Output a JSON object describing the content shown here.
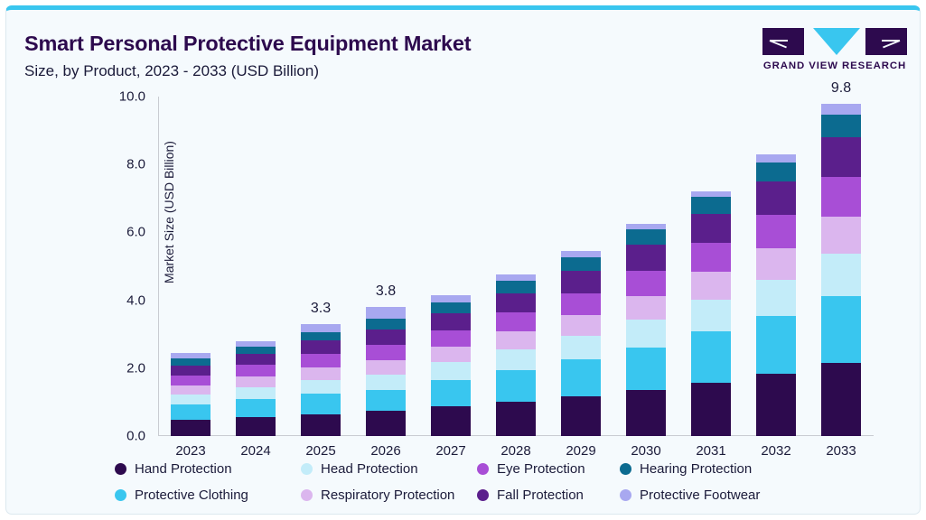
{
  "header": {
    "title": "Smart Personal Protective Equipment Market",
    "subtitle": "Size, by Product, 2023 - 2033 (USD Billion)",
    "logo_brand": "GRAND VIEW RESEARCH"
  },
  "chart_data": {
    "type": "bar",
    "stacked": true,
    "title": "Smart Personal Protective Equipment Market",
    "subtitle": "Size, by Product, 2023 - 2033 (USD Billion)",
    "xlabel": "",
    "ylabel": "Market Size (USD Billion)",
    "ylim": [
      0,
      10
    ],
    "yticks": [
      "0.0",
      "2.0",
      "4.0",
      "6.0",
      "8.0",
      "10.0"
    ],
    "grid": false,
    "legend_position": "bottom",
    "categories": [
      "2023",
      "2024",
      "2025",
      "2026",
      "2027",
      "2028",
      "2029",
      "2030",
      "2031",
      "2032",
      "2033"
    ],
    "totals": [
      2.45,
      2.8,
      3.3,
      3.8,
      4.15,
      4.75,
      5.45,
      6.25,
      7.2,
      8.3,
      9.8
    ],
    "annotations": [
      {
        "category": "2025",
        "value": "3.3"
      },
      {
        "category": "2026",
        "value": "3.8"
      },
      {
        "category": "2033",
        "value": "9.8"
      }
    ],
    "series": [
      {
        "name": "Hand Protection",
        "color": "#2d0a4e",
        "values": [
          0.47,
          0.56,
          0.64,
          0.75,
          0.87,
          1.0,
          1.17,
          1.35,
          1.57,
          1.83,
          2.15
        ]
      },
      {
        "name": "Protective Clothing",
        "color": "#39c6ef",
        "values": [
          0.45,
          0.52,
          0.61,
          0.6,
          0.78,
          0.95,
          1.1,
          1.27,
          1.52,
          1.7,
          1.96
        ]
      },
      {
        "name": "Head Protection",
        "color": "#c3ecf9",
        "values": [
          0.3,
          0.36,
          0.41,
          0.47,
          0.52,
          0.6,
          0.69,
          0.8,
          0.92,
          1.06,
          1.25
        ]
      },
      {
        "name": "Respiratory Protection",
        "color": "#dbb6ee",
        "values": [
          0.27,
          0.32,
          0.36,
          0.42,
          0.46,
          0.53,
          0.61,
          0.71,
          0.82,
          0.94,
          1.11
        ]
      },
      {
        "name": "Eye Protection",
        "color": "#a84ed6",
        "values": [
          0.29,
          0.33,
          0.39,
          0.45,
          0.49,
          0.56,
          0.64,
          0.74,
          0.85,
          0.98,
          1.16
        ]
      },
      {
        "name": "Fall Protection",
        "color": "#5b1f8c",
        "values": [
          0.3,
          0.34,
          0.4,
          0.46,
          0.5,
          0.57,
          0.66,
          0.76,
          0.87,
          1.0,
          1.18
        ]
      },
      {
        "name": "Hearing Protection",
        "color": "#0c6b90",
        "values": [
          0.2,
          0.21,
          0.26,
          0.31,
          0.33,
          0.37,
          0.41,
          0.47,
          0.5,
          0.55,
          0.65
        ]
      },
      {
        "name": "Protective Footwear",
        "color": "#a8a8f0",
        "values": [
          0.17,
          0.16,
          0.23,
          0.34,
          0.2,
          0.17,
          0.17,
          0.15,
          0.15,
          0.24,
          0.34
        ]
      }
    ]
  },
  "legend": {
    "items": [
      {
        "label": "Hand Protection",
        "color": "#2d0a4e"
      },
      {
        "label": "Head Protection",
        "color": "#c3ecf9"
      },
      {
        "label": "Eye Protection",
        "color": "#a84ed6"
      },
      {
        "label": "Hearing Protection",
        "color": "#0c6b90"
      },
      {
        "label": "Protective Clothing",
        "color": "#39c6ef"
      },
      {
        "label": "Respiratory Protection",
        "color": "#dbb6ee"
      },
      {
        "label": "Fall Protection",
        "color": "#5b1f8c"
      },
      {
        "label": "Protective Footwear",
        "color": "#a8a8f0"
      }
    ]
  }
}
